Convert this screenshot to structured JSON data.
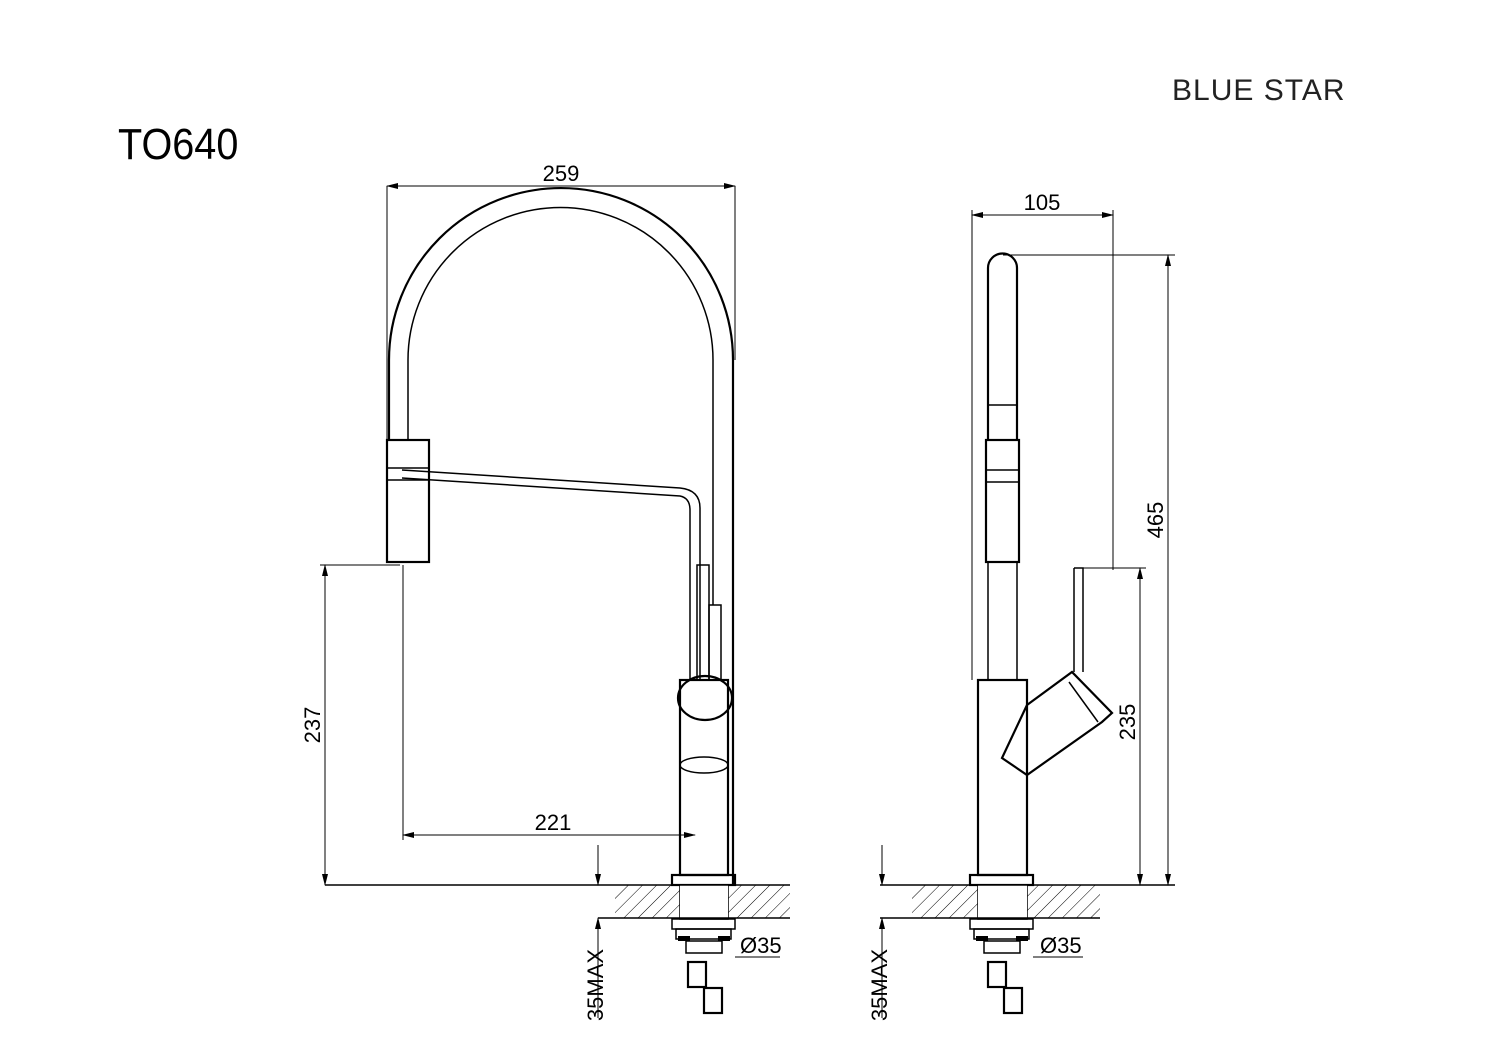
{
  "brand": "BLUE STAR",
  "model": "TO640",
  "front_view": {
    "width_dim": "259",
    "spout_height_dim": "237",
    "spout_reach_dim": "221",
    "deck_thickness_dim": "35MAX",
    "hole_dim": "Ø35"
  },
  "side_view": {
    "depth_dim": "105",
    "total_height_dim": "465",
    "handle_height_dim": "235",
    "deck_thickness_dim": "35MAX",
    "hole_dim": "Ø35"
  }
}
